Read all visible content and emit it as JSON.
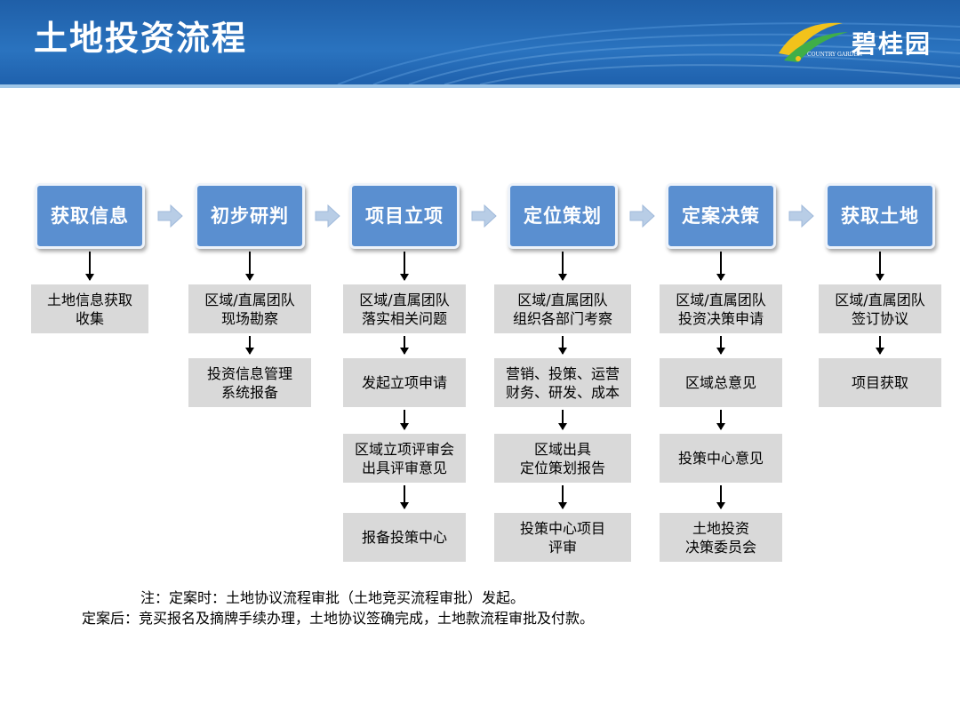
{
  "header": {
    "title": "土地投资流程",
    "logo_text": "碧桂园",
    "logo_sub": "COUNTRY GARDEN"
  },
  "steps": [
    {
      "label": "获取信息",
      "items": [
        [
          "土地信息获取",
          "收集"
        ]
      ]
    },
    {
      "label": "初步研判",
      "items": [
        [
          "区域/直属团队",
          "现场勘察"
        ],
        [
          "投资信息管理",
          "系统报备"
        ]
      ]
    },
    {
      "label": "项目立项",
      "items": [
        [
          "区域/直属团队",
          "落实相关问题"
        ],
        [
          "发起立项申请"
        ],
        [
          "区域立项评审会",
          "出具评审意见"
        ],
        [
          "报备投策中心"
        ]
      ]
    },
    {
      "label": "定位策划",
      "items": [
        [
          "区域/直属团队",
          "组织各部门考察"
        ],
        [
          "营销、投策、运营",
          "财务、研发、成本"
        ],
        [
          "区域出具",
          "定位策划报告"
        ],
        [
          "投策中心项目",
          "评审"
        ]
      ]
    },
    {
      "label": "定案决策",
      "items": [
        [
          "区域/直属团队",
          "投资决策申请"
        ],
        [
          "区域总意见"
        ],
        [
          "投策中心意见"
        ],
        [
          "土地投资",
          "决策委员会"
        ]
      ]
    },
    {
      "label": "获取土地",
      "items": [
        [
          "区域/直属团队",
          "签订协议"
        ],
        [
          "项目获取"
        ]
      ]
    }
  ],
  "notes": {
    "line1": "注：定案时：土地协议流程审批（土地竞买流程审批）发起。",
    "line2": "定案后：竞买报名及摘牌手续办理，土地协议签确完成，土地款流程审批及付款。"
  }
}
